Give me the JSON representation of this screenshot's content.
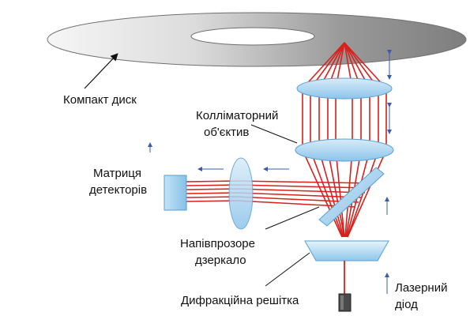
{
  "labels": {
    "disk": "Компакт диск",
    "collimator_line1": "Колліматорний",
    "collimator_line2": "об'єктив",
    "detector_line1": "Матриця",
    "detector_line2": "детекторів",
    "mirror_line1": "Напівпрозоре",
    "mirror_line2": "дзеркало",
    "grating": "Дифракційна решітка",
    "laser_line1": "Лазерний",
    "laser_line2": "діод"
  },
  "colors": {
    "beam": "#d8201c",
    "lens_fill": "#a9d4ef",
    "lens_stroke": "#5a9fcf",
    "disk_light": "#f4f4f4",
    "disk_dark": "#8e8e8e",
    "arrow": "#3b5ca8",
    "detector": "#9fd0ee"
  },
  "icons": {
    "disk": "compact-disc-icon",
    "laser": "laser-diode-icon",
    "grating": "diffraction-grating-icon",
    "mirror": "semi-transparent-mirror-icon",
    "detector": "detector-array-icon"
  }
}
